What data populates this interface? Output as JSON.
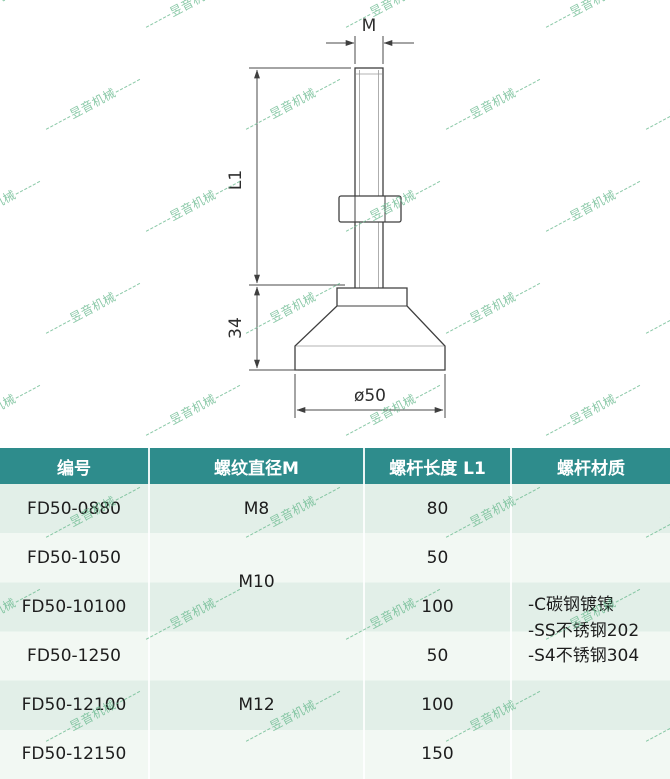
{
  "watermark": {
    "text": "昱音机械",
    "dashes": "------",
    "color": "#6aba8f"
  },
  "drawing": {
    "labels": {
      "thread": "M",
      "length": "L1",
      "base_height": "34",
      "base_diameter": "ø50"
    }
  },
  "table": {
    "headers": [
      "编号",
      "螺纹直径M",
      "螺杆长度 L1",
      "螺杆材质"
    ],
    "rows": [
      {
        "part": "FD50-0880",
        "length": "80"
      },
      {
        "part": "FD50-1050",
        "length": "50"
      },
      {
        "part": "FD50-10100",
        "length": "100"
      },
      {
        "part": "FD50-1250",
        "length": "50"
      },
      {
        "part": "FD50-12100",
        "length": "100"
      },
      {
        "part": "FD50-12150",
        "length": "150"
      }
    ],
    "thread_groups": [
      {
        "label": "M8",
        "rows": 1
      },
      {
        "label": "M10",
        "rows": 2
      },
      {
        "label": "M12",
        "rows": 3
      }
    ],
    "material_lines": [
      "-C碳钢镀镍",
      "-SS不锈钢202",
      "-S4不锈钢304"
    ],
    "colors": {
      "header_bg": "#2e8c8c",
      "header_text": "#ffffff",
      "row_a": "#e2efe8",
      "row_b": "#f2f8f3",
      "line_color": "#3f3f3f",
      "watermark": "#6aba8f"
    }
  }
}
